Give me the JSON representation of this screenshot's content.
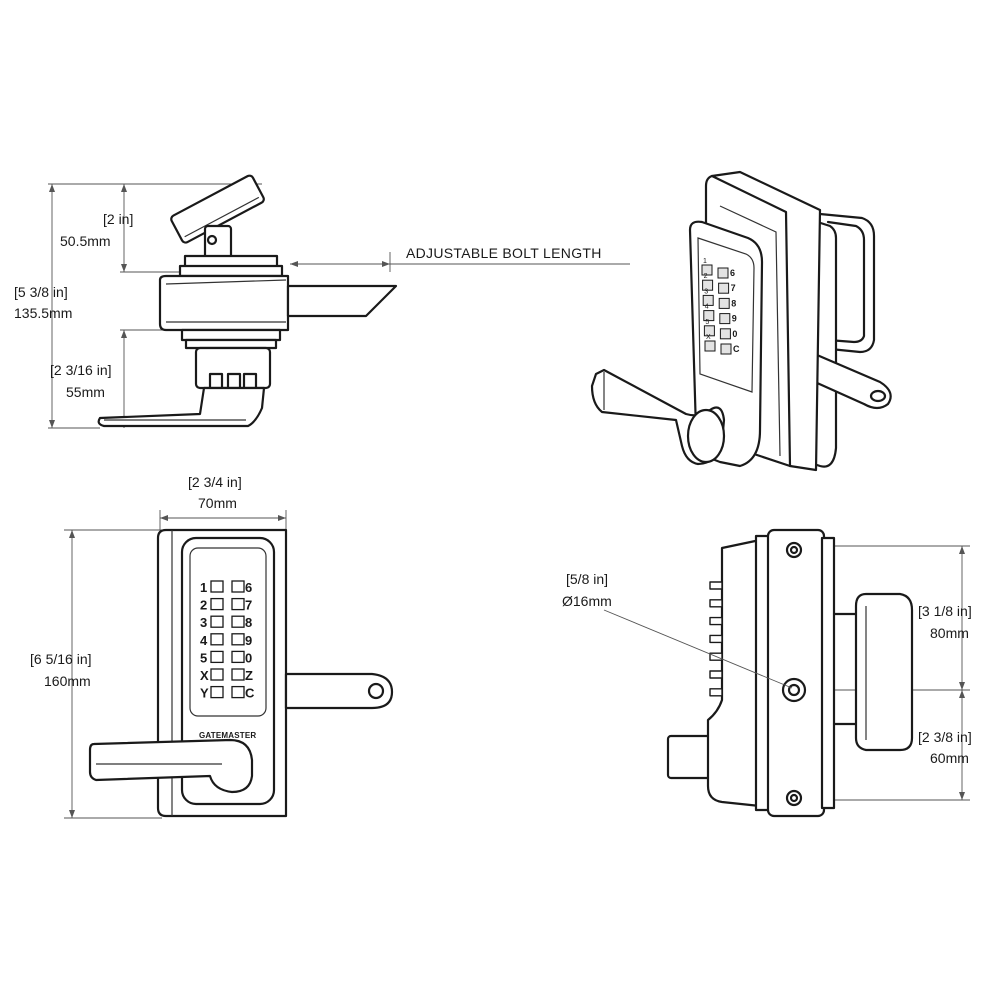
{
  "top_view": {
    "dim_top_in": "[2 in]",
    "dim_top_mm": "50.5mm",
    "dim_total_in": "[5 3/8 in]",
    "dim_total_mm": "135.5mm",
    "dim_bottom_in": "[2 3/16 in]",
    "dim_bottom_mm": "55mm",
    "bolt_callout": "ADJUSTABLE BOLT LENGTH"
  },
  "front_view": {
    "dim_width_in": "[2 3/4 in]",
    "dim_width_mm": "70mm",
    "dim_height_in": "[6 5/16 in]",
    "dim_height_mm": "160mm",
    "keys_left": [
      "1",
      "2",
      "3",
      "4",
      "5",
      "X",
      "Y"
    ],
    "keys_right": [
      "6",
      "7",
      "8",
      "9",
      "0",
      "Z",
      "C"
    ],
    "brand": "GATEMASTER"
  },
  "side_view": {
    "dim_hole_in": "[5/8 in]",
    "dim_hole_mm": "Ø16mm",
    "dim_upper_in": "[3 1/8 in]",
    "dim_upper_mm": "80mm",
    "dim_lower_in": "[2 3/8 in]",
    "dim_lower_mm": "60mm"
  },
  "iso_view": {
    "keys_left": [
      "1",
      "2",
      "3",
      "4",
      "5",
      "X"
    ],
    "keys_right": [
      "6",
      "7",
      "8",
      "9",
      "0",
      "C"
    ]
  }
}
